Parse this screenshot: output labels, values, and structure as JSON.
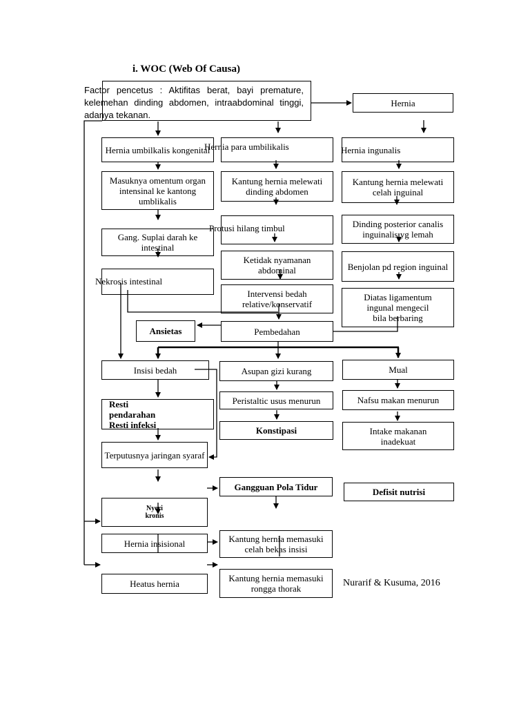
{
  "title": "i.   WOC (Web Of Causa)",
  "factor": "Factor pencetus : Aktifitas berat, bayi premature, kelemehan dinding abdomen, intraabdominal tinggi, adanya tekanan.",
  "hernia": "Hernia",
  "col1": {
    "umbilikalis": "Hernia umbilkalis kongenital",
    "masuknya": "Masuknya omentum organ intensinal ke kantong umblikalis",
    "gang": "Gang. Suplai darah ke intestinal",
    "nekrosis": "Nekrosis intestinal",
    "insisi": "Insisi bedah",
    "resti": "Resti pendarahan Resti infeksi",
    "terputus": "Terputusnya jaringan syaraf",
    "nyeri": "Nyeri kronis",
    "insisional": "Hernia insisional",
    "heatus": "Heatus hernia"
  },
  "col2": {
    "para": "Hernia para umbilikalis",
    "kantong": "Kantung hernia melewati dinding abdomen",
    "protusi": "Protusi hilang timbul",
    "ketidak": "Ketidak nyamanan abdominal",
    "intervensi": "Intervensi bedah relative/konservatif",
    "pembedahan": "Pembedahan",
    "asupan": "Asupan gizi kurang",
    "peristaltic": "Peristaltic usus menurun",
    "konstipasi": "Konstipasi",
    "gangguan": "Gangguan Pola Tidur",
    "kantong_insisi": "Kantung hernia memasuki celah bekas insisi",
    "kantong_thorak": "Kantung hernia memasuki rongga thorak"
  },
  "col3": {
    "ingunalis": "Hernia ingunalis",
    "kantong": "Kantung hernia melewati celah inguinal",
    "dinding": "Dinding posterior canalis inguinalis yg lemah",
    "benjolan": "Benjolan pd region inguinal",
    "diatas": "Diatas ligamentum ingunal mengecil bila berbaring",
    "mual": "Mual",
    "nafsu": "Nafsu makan menurun",
    "intake": "Intake makanan inadekuat",
    "defisit": "Defisit nutrisi"
  },
  "ansietas": "Ansietas",
  "citation": "Nurarif & Kusuma, 2016"
}
